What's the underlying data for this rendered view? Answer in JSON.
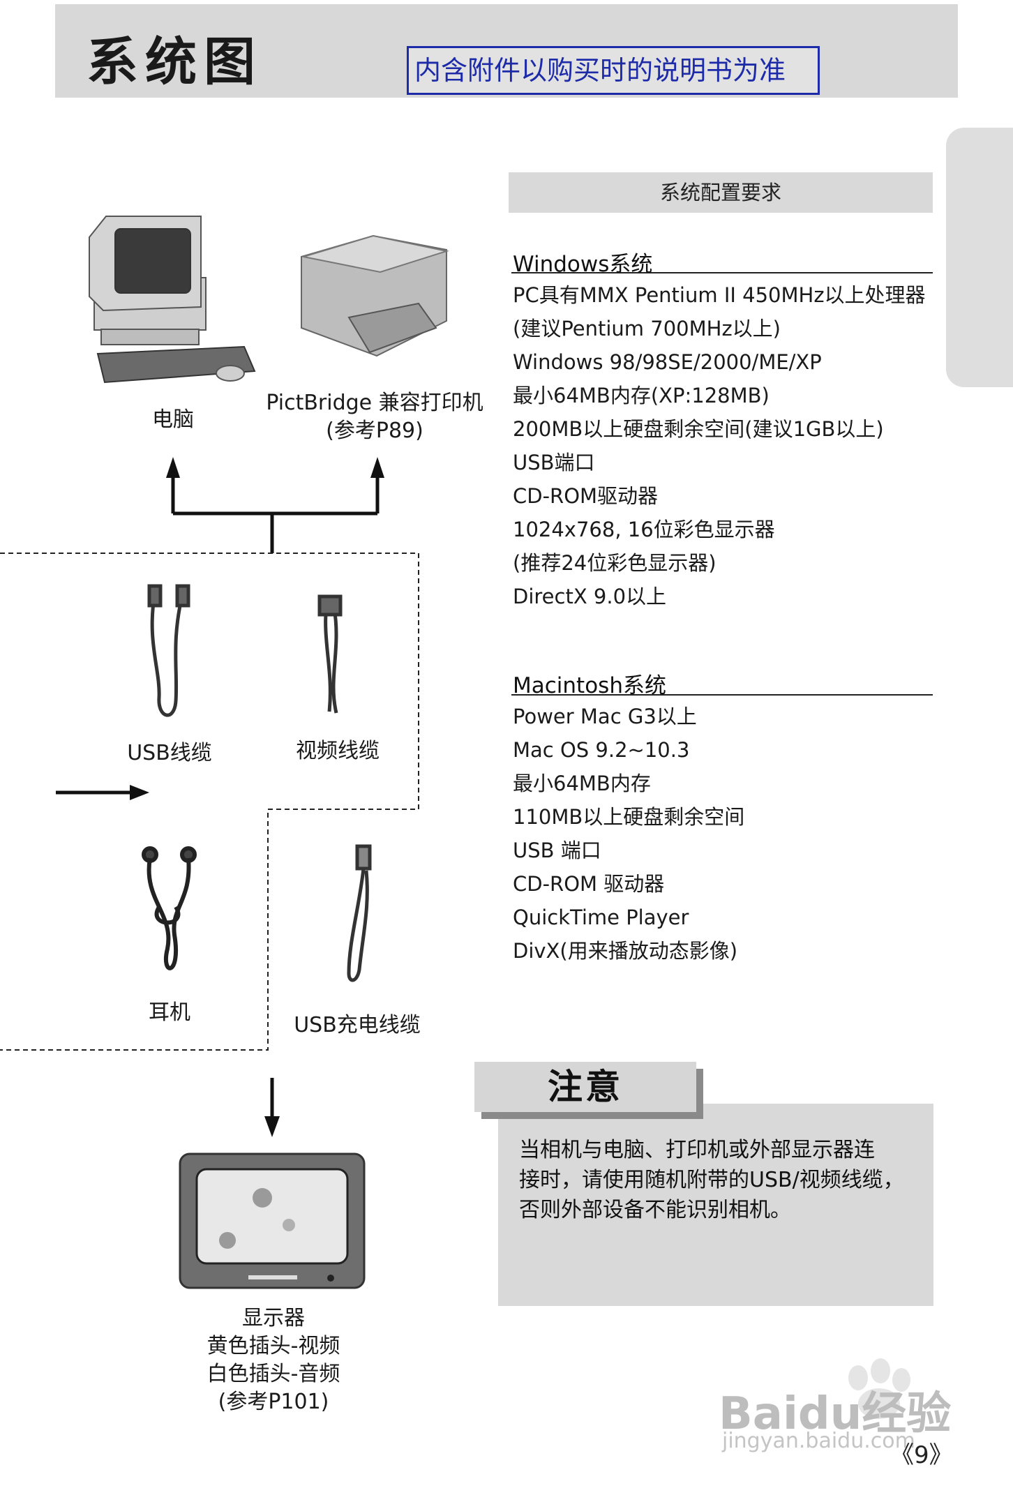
{
  "header": {
    "title": "系统图",
    "notice": "内含附件以购买时的说明书为准"
  },
  "requirements": {
    "heading": "系统配置要求",
    "windows": {
      "title": "Windows系统",
      "lines": [
        "PC具有MMX Pentium II 450MHz以上处理器",
        "(建议Pentium 700MHz以上)",
        "Windows 98/98SE/2000/ME/XP",
        "最小64MB内存(XP:128MB)",
        "200MB以上硬盘剩余空间(建议1GB以上)",
        "USB端口",
        "CD-ROM驱动器",
        "1024x768, 16位彩色显示器",
        "(推荐24位彩色显示器)",
        "DirectX 9.0以上"
      ]
    },
    "mac": {
      "title": "Macintosh系统",
      "lines": [
        "Power Mac G3以上",
        "Mac OS 9.2~10.3",
        "最小64MB内存",
        "110MB以上硬盘剩余空间",
        "USB 端口",
        "CD-ROM 驱动器",
        "QuickTime Player",
        "DivX(用来播放动态影像)"
      ]
    }
  },
  "diagram": {
    "computer_label": "电脑",
    "printer_label_1": "PictBridge 兼容打印机",
    "printer_label_2": "(参考P89)",
    "usb_cable_label": "USB线缆",
    "video_cable_label": "视频线缆",
    "earphone_label": "耳机",
    "usb_charge_label": "USB充电线缆",
    "monitor_label_1": "显示器",
    "monitor_label_2": "黄色插头-视频",
    "monitor_label_3": "白色插头-音频",
    "monitor_label_4": "(参考P101)"
  },
  "caution": {
    "title": "注意",
    "lines": [
      "当相机与电脑、打印机或外部显示器连",
      "接时，请使用随机附带的USB/视频线缆，",
      "否则外部设备不能识别相机。"
    ]
  },
  "footer": {
    "page_number": "《9》",
    "watermark": "Baidu经验",
    "watermark_url": "jingyan.baidu.com"
  }
}
